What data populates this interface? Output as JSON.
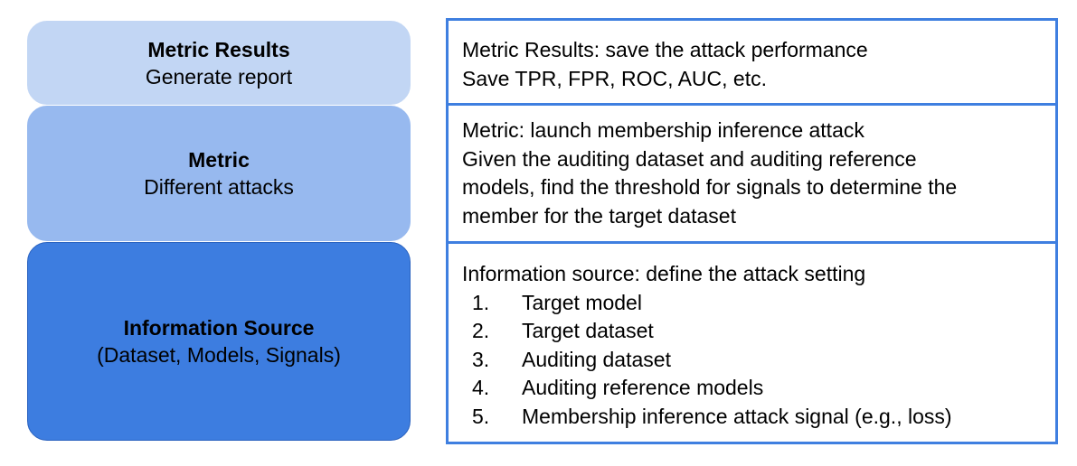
{
  "layers": [
    {
      "title": "Metric Results",
      "subtitle": "Generate report",
      "color": "#c2d6f4"
    },
    {
      "title": "Metric",
      "subtitle": "Different attacks",
      "color": "#97b9ef"
    },
    {
      "title": "Information Source",
      "subtitle": "(Dataset, Models, Signals)",
      "color": "#3d7de0"
    }
  ],
  "descriptions": {
    "metric_results": {
      "heading": "Metric Results: save the attack performance",
      "lines": [
        "Save TPR, FPR, ROC, AUC, etc."
      ]
    },
    "metric": {
      "heading": "Metric: launch membership inference attack",
      "lines": [
        "Given the auditing dataset and auditing reference",
        "models, find the threshold for signals to determine the",
        "member for the target dataset"
      ]
    },
    "information_source": {
      "heading": "Information source: define the attack setting",
      "steps": [
        {
          "num": "1.",
          "text": "Target model"
        },
        {
          "num": "2.",
          "text": "Target dataset"
        },
        {
          "num": "3.",
          "text": "Auditing dataset"
        },
        {
          "num": "4.",
          "text": "Auditing reference models"
        },
        {
          "num": "5.",
          "text": "Membership inference attack signal (e.g., loss)"
        }
      ]
    }
  },
  "border_color": "#3f7fe0"
}
